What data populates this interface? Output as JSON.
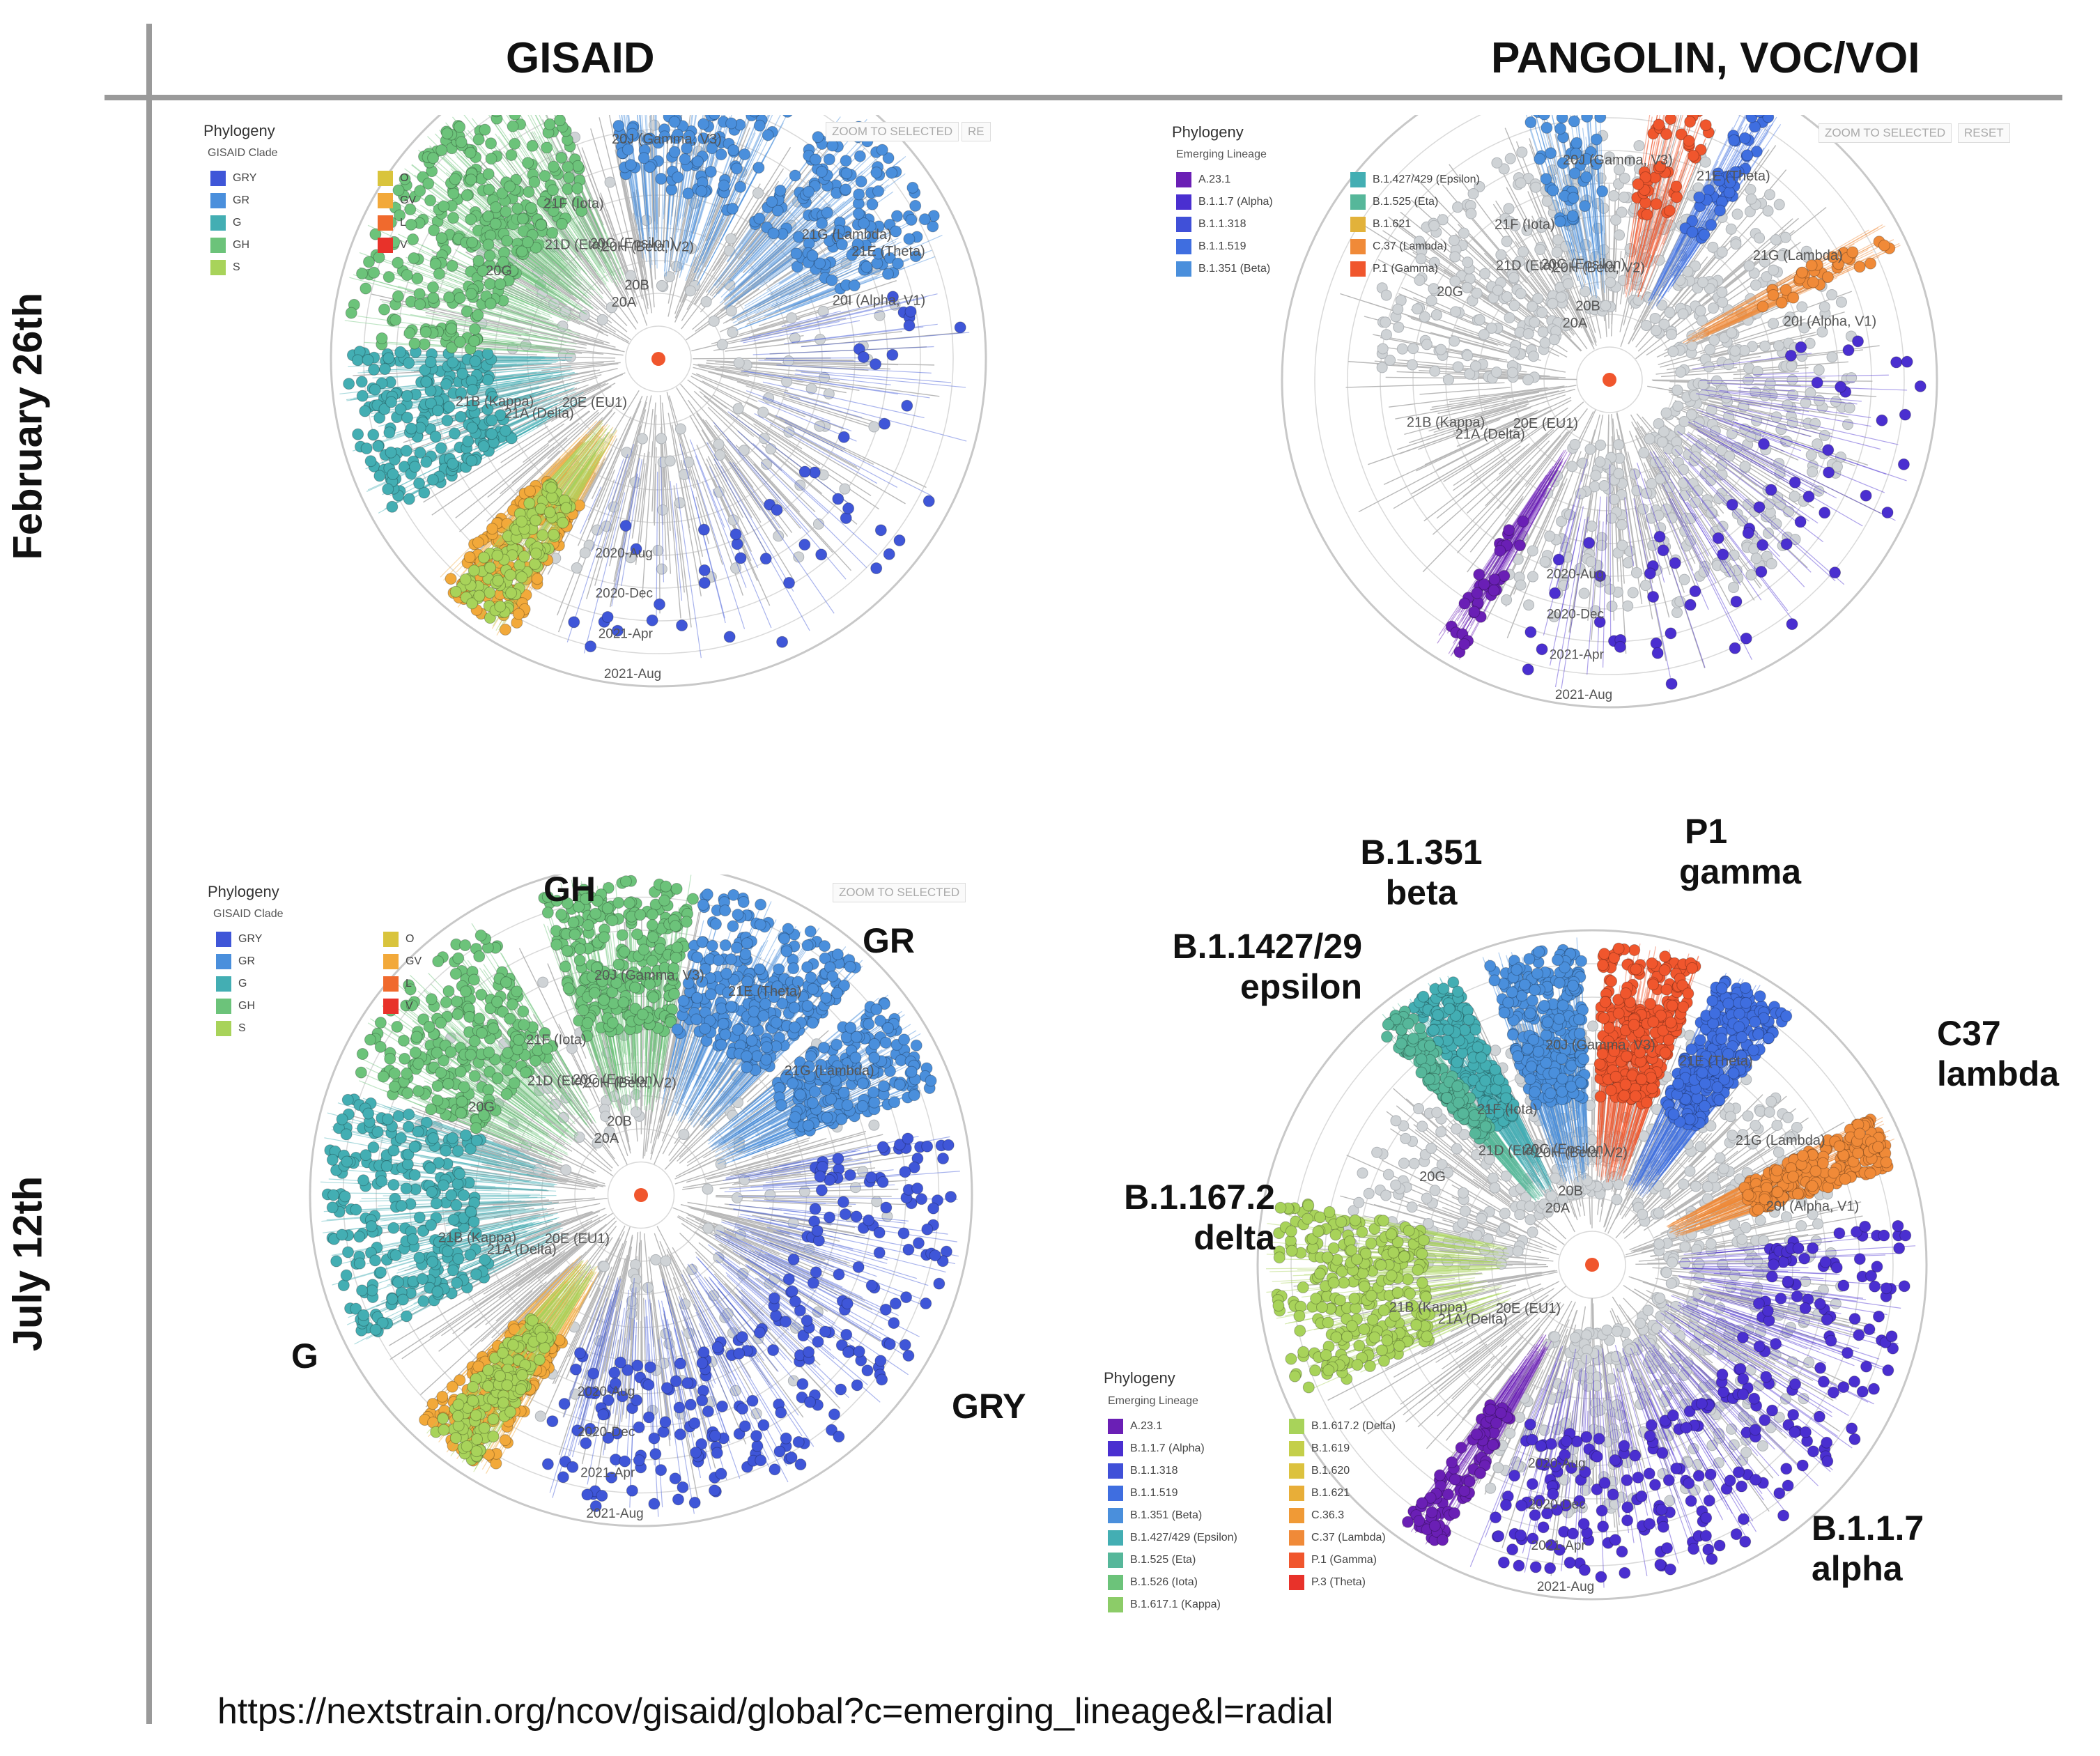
{
  "column_headers": {
    "left": "GISAID",
    "right": "PANGOLIN, VOC/VOI"
  },
  "row_labels": {
    "top": "February 26th",
    "bottom": "July 12th"
  },
  "source_url": "https://nextstrain.org/ncov/gisaid/global?c=emerging_lineage&l=radial",
  "colors": {
    "grid": "#d9d9d9",
    "branch": "#b8b8b8",
    "grey_tip": "#cfd3d6",
    "rule": "#9a9a9a"
  },
  "panels": [
    {
      "key": "tl",
      "title": "Phylogeny",
      "color_by": "GISAID Clade",
      "buttons": [
        "ZOOM TO SELECTED",
        "RE"
      ],
      "legend": [
        {
          "label": "GRY",
          "color": "#3f56d8"
        },
        {
          "label": "GR",
          "color": "#4a8fdc"
        },
        {
          "label": "G",
          "color": "#43aeb3"
        },
        {
          "label": "GH",
          "color": "#6cc37a"
        },
        {
          "label": "S",
          "color": "#a8d35a"
        },
        {
          "label": "O",
          "color": "#d9c43c"
        },
        {
          "label": "GV",
          "color": "#f2a93a"
        },
        {
          "label": "L",
          "color": "#f06a2d"
        },
        {
          "label": "V",
          "color": "#e8322a"
        }
      ],
      "clade_labels": [
        "20J (Gamma, V3)",
        "21E (Theta)",
        "21F (Iota)",
        "21D (Eta)",
        "20C (Epsilon)",
        "20H (Beta, V2)",
        "20G",
        "21G (Lambda)",
        "20I (Alpha, V1)",
        "20B",
        "20A",
        "20E (EU1)",
        "21A (Delta)",
        "21B (Kappa)"
      ],
      "date_labels": [
        "2020-Aug",
        "2020-Dec",
        "2021-Apr",
        "2021-Aug"
      ],
      "sectors": [
        {
          "name": "GH upper",
          "color": "#6cc37a",
          "level": 0.55
        },
        {
          "name": "GR top",
          "color": "#4a8fdc",
          "level": 0.55
        },
        {
          "name": "GR right",
          "color": "#4a8fdc",
          "level": 0.5
        },
        {
          "name": "GRY",
          "color": "#3f56d8",
          "level": 0.15
        },
        {
          "name": "G",
          "color": "#43aeb3",
          "level": 0.75
        },
        {
          "name": "GH left",
          "color": "#6cc37a",
          "level": 0.6
        },
        {
          "name": "GV",
          "color": "#f2a93a",
          "level": 0.5
        },
        {
          "name": "S",
          "color": "#a8d35a",
          "level": 0.4
        }
      ]
    },
    {
      "key": "tr",
      "title": "Phylogeny",
      "color_by": "Emerging Lineage",
      "buttons": [
        "ZOOM TO SELECTED",
        "RESET"
      ],
      "legend": [
        {
          "label": "A.23.1",
          "color": "#6a1fb5"
        },
        {
          "label": "B.1.1.7 (Alpha)",
          "color": "#4a2fd0"
        },
        {
          "label": "B.1.1.318",
          "color": "#4050d8"
        },
        {
          "label": "B.1.1.519",
          "color": "#3f6ee0"
        },
        {
          "label": "B.1.351 (Beta)",
          "color": "#4a8fdc"
        },
        {
          "label": "B.1.427/429 (Epsilon)",
          "color": "#43aeb3"
        },
        {
          "label": "B.1.525 (Eta)",
          "color": "#56b79a"
        },
        {
          "label": "B.1.621",
          "color": "#e2b23a"
        },
        {
          "label": "C.37 (Lambda)",
          "color": "#f08a38"
        },
        {
          "label": "P.1 (Gamma)",
          "color": "#f0562d"
        }
      ],
      "clade_labels": [
        "20J (Gamma, V3)",
        "21E (Theta)",
        "21F (Iota)",
        "21D (Eta)",
        "20C (Epsilon)",
        "20H (Beta, V2)",
        "20G",
        "21G (Lambda)",
        "20I (Alpha, V1)",
        "20B",
        "20A",
        "20E (EU1)",
        "21A (Delta)",
        "21B (Kappa)"
      ],
      "date_labels": [
        "2020-Aug",
        "2020-Dec",
        "2021-Apr",
        "2021-Aug"
      ],
      "sectors": [
        {
          "name": "Beta",
          "color": "#4a8fdc",
          "level": 0.2
        },
        {
          "name": "Gamma",
          "color": "#f0562d",
          "level": 0.15
        },
        {
          "name": "Alpha",
          "color": "#4a2fd0",
          "level": 0.2
        },
        {
          "name": "Lambda",
          "color": "#f08a38",
          "level": 0.1
        },
        {
          "name": "Theta",
          "color": "#3f6ee0",
          "level": 0.15
        },
        {
          "name": "A.23.1",
          "color": "#6a1fb5",
          "level": 0.1
        }
      ]
    },
    {
      "key": "bl",
      "title": "Phylogeny",
      "color_by": "GISAID Clade",
      "buttons": [
        "ZOOM TO SELECTED",
        ""
      ],
      "legend": [
        {
          "label": "GRY",
          "color": "#3f56d8"
        },
        {
          "label": "GR",
          "color": "#4a8fdc"
        },
        {
          "label": "G",
          "color": "#43aeb3"
        },
        {
          "label": "GH",
          "color": "#6cc37a"
        },
        {
          "label": "S",
          "color": "#a8d35a"
        },
        {
          "label": "O",
          "color": "#d9c43c"
        },
        {
          "label": "GV",
          "color": "#f2a93a"
        },
        {
          "label": "L",
          "color": "#f06a2d"
        },
        {
          "label": "V",
          "color": "#e8322a"
        }
      ],
      "clade_labels": [
        "20J (Gamma, V3)",
        "21E (Theta)",
        "21F (Iota)",
        "21D (Eta)",
        "20C (Epsilon)",
        "20H (Beta, V2)",
        "20G",
        "21G (Lambda)",
        "20B",
        "20A",
        "20E (EU1)",
        "21A (Delta)",
        "21B (Kappa)"
      ],
      "date_labels": [
        "2020-Aug",
        "2020-Dec",
        "2021-Apr",
        "2021-Aug"
      ],
      "sectors": [
        {
          "name": "GH",
          "color": "#6cc37a",
          "level": 0.95
        },
        {
          "name": "GR",
          "color": "#4a8fdc",
          "level": 0.95
        },
        {
          "name": "GR right",
          "color": "#4a8fdc",
          "level": 0.7
        },
        {
          "name": "GRY",
          "color": "#3f56d8",
          "level": 0.95
        },
        {
          "name": "G",
          "color": "#43aeb3",
          "level": 0.95
        },
        {
          "name": "GH left",
          "color": "#6cc37a",
          "level": 0.8
        },
        {
          "name": "GV",
          "color": "#f2a93a",
          "level": 0.6
        },
        {
          "name": "S",
          "color": "#a8d35a",
          "level": 0.5
        }
      ],
      "annotations": [
        {
          "text": "GH"
        },
        {
          "text": "GR"
        },
        {
          "text": "G"
        },
        {
          "text": "GRY"
        }
      ]
    },
    {
      "key": "br",
      "title": "Phylogeny",
      "color_by": "Emerging Lineage",
      "legend": [
        {
          "label": "A.23.1",
          "color": "#6a1fb5"
        },
        {
          "label": "B.1.1.7 (Alpha)",
          "color": "#4a2fd0"
        },
        {
          "label": "B.1.1.318",
          "color": "#4050d8"
        },
        {
          "label": "B.1.1.519",
          "color": "#3f6ee0"
        },
        {
          "label": "B.1.351 (Beta)",
          "color": "#4a8fdc"
        },
        {
          "label": "B.1.427/429 (Epsilon)",
          "color": "#43aeb3"
        },
        {
          "label": "B.1.525 (Eta)",
          "color": "#56b79a"
        },
        {
          "label": "B.1.526 (Iota)",
          "color": "#6cc37a"
        },
        {
          "label": "B.1.617.1 (Kappa)",
          "color": "#8ccc68"
        },
        {
          "label": "B.1.617.2 (Delta)",
          "color": "#a8d35a"
        },
        {
          "label": "B.1.619",
          "color": "#c4cf4a"
        },
        {
          "label": "B.1.620",
          "color": "#dcc23e"
        },
        {
          "label": "B.1.621",
          "color": "#e8ae38"
        },
        {
          "label": "C.36.3",
          "color": "#f09a36"
        },
        {
          "label": "C.37 (Lambda)",
          "color": "#f08a38"
        },
        {
          "label": "P.1 (Gamma)",
          "color": "#f0562d"
        },
        {
          "label": "P.3 (Theta)",
          "color": "#e8322a"
        }
      ],
      "clade_labels": [
        "20J (Gamma, V3)",
        "21E (Theta)",
        "21F (Iota)",
        "21D (Eta)",
        "20C (Epsilon)",
        "20H (Beta, V2)",
        "20G",
        "21G (Lambda)",
        "20I (Alpha, V1)",
        "20B",
        "20A",
        "20E (EU1)",
        "21A (Delta)",
        "21B (Kappa)"
      ],
      "date_labels": [
        "2020-Aug",
        "2020-Dec",
        "2021-Apr",
        "2021-Aug"
      ],
      "sectors": [
        {
          "name": "Beta",
          "color": "#4a8fdc",
          "level": 0.95
        },
        {
          "name": "Gamma",
          "color": "#f0562d",
          "level": 0.95
        },
        {
          "name": "Theta",
          "color": "#3f6ee0",
          "level": 0.9
        },
        {
          "name": "Alpha",
          "color": "#4a2fd0",
          "level": 1.0
        },
        {
          "name": "Lambda",
          "color": "#f08a38",
          "level": 0.8
        },
        {
          "name": "Delta",
          "color": "#a8d35a",
          "level": 1.0
        },
        {
          "name": "Epsilon",
          "color": "#43aeb3",
          "level": 0.7
        },
        {
          "name": "Eta",
          "color": "#56b79a",
          "level": 0.5
        },
        {
          "name": "A.23.1",
          "color": "#6a1fb5",
          "level": 0.3
        }
      ],
      "annotations": [
        {
          "text": "B.1.351\nbeta"
        },
        {
          "text": "P1\ngamma"
        },
        {
          "text": "B.1.1427/29\nepsilon"
        },
        {
          "text": "C37\nlambda"
        },
        {
          "text": "B.1.167.2\ndelta"
        },
        {
          "text": "B.1.1.7\nalpha"
        }
      ]
    }
  ]
}
